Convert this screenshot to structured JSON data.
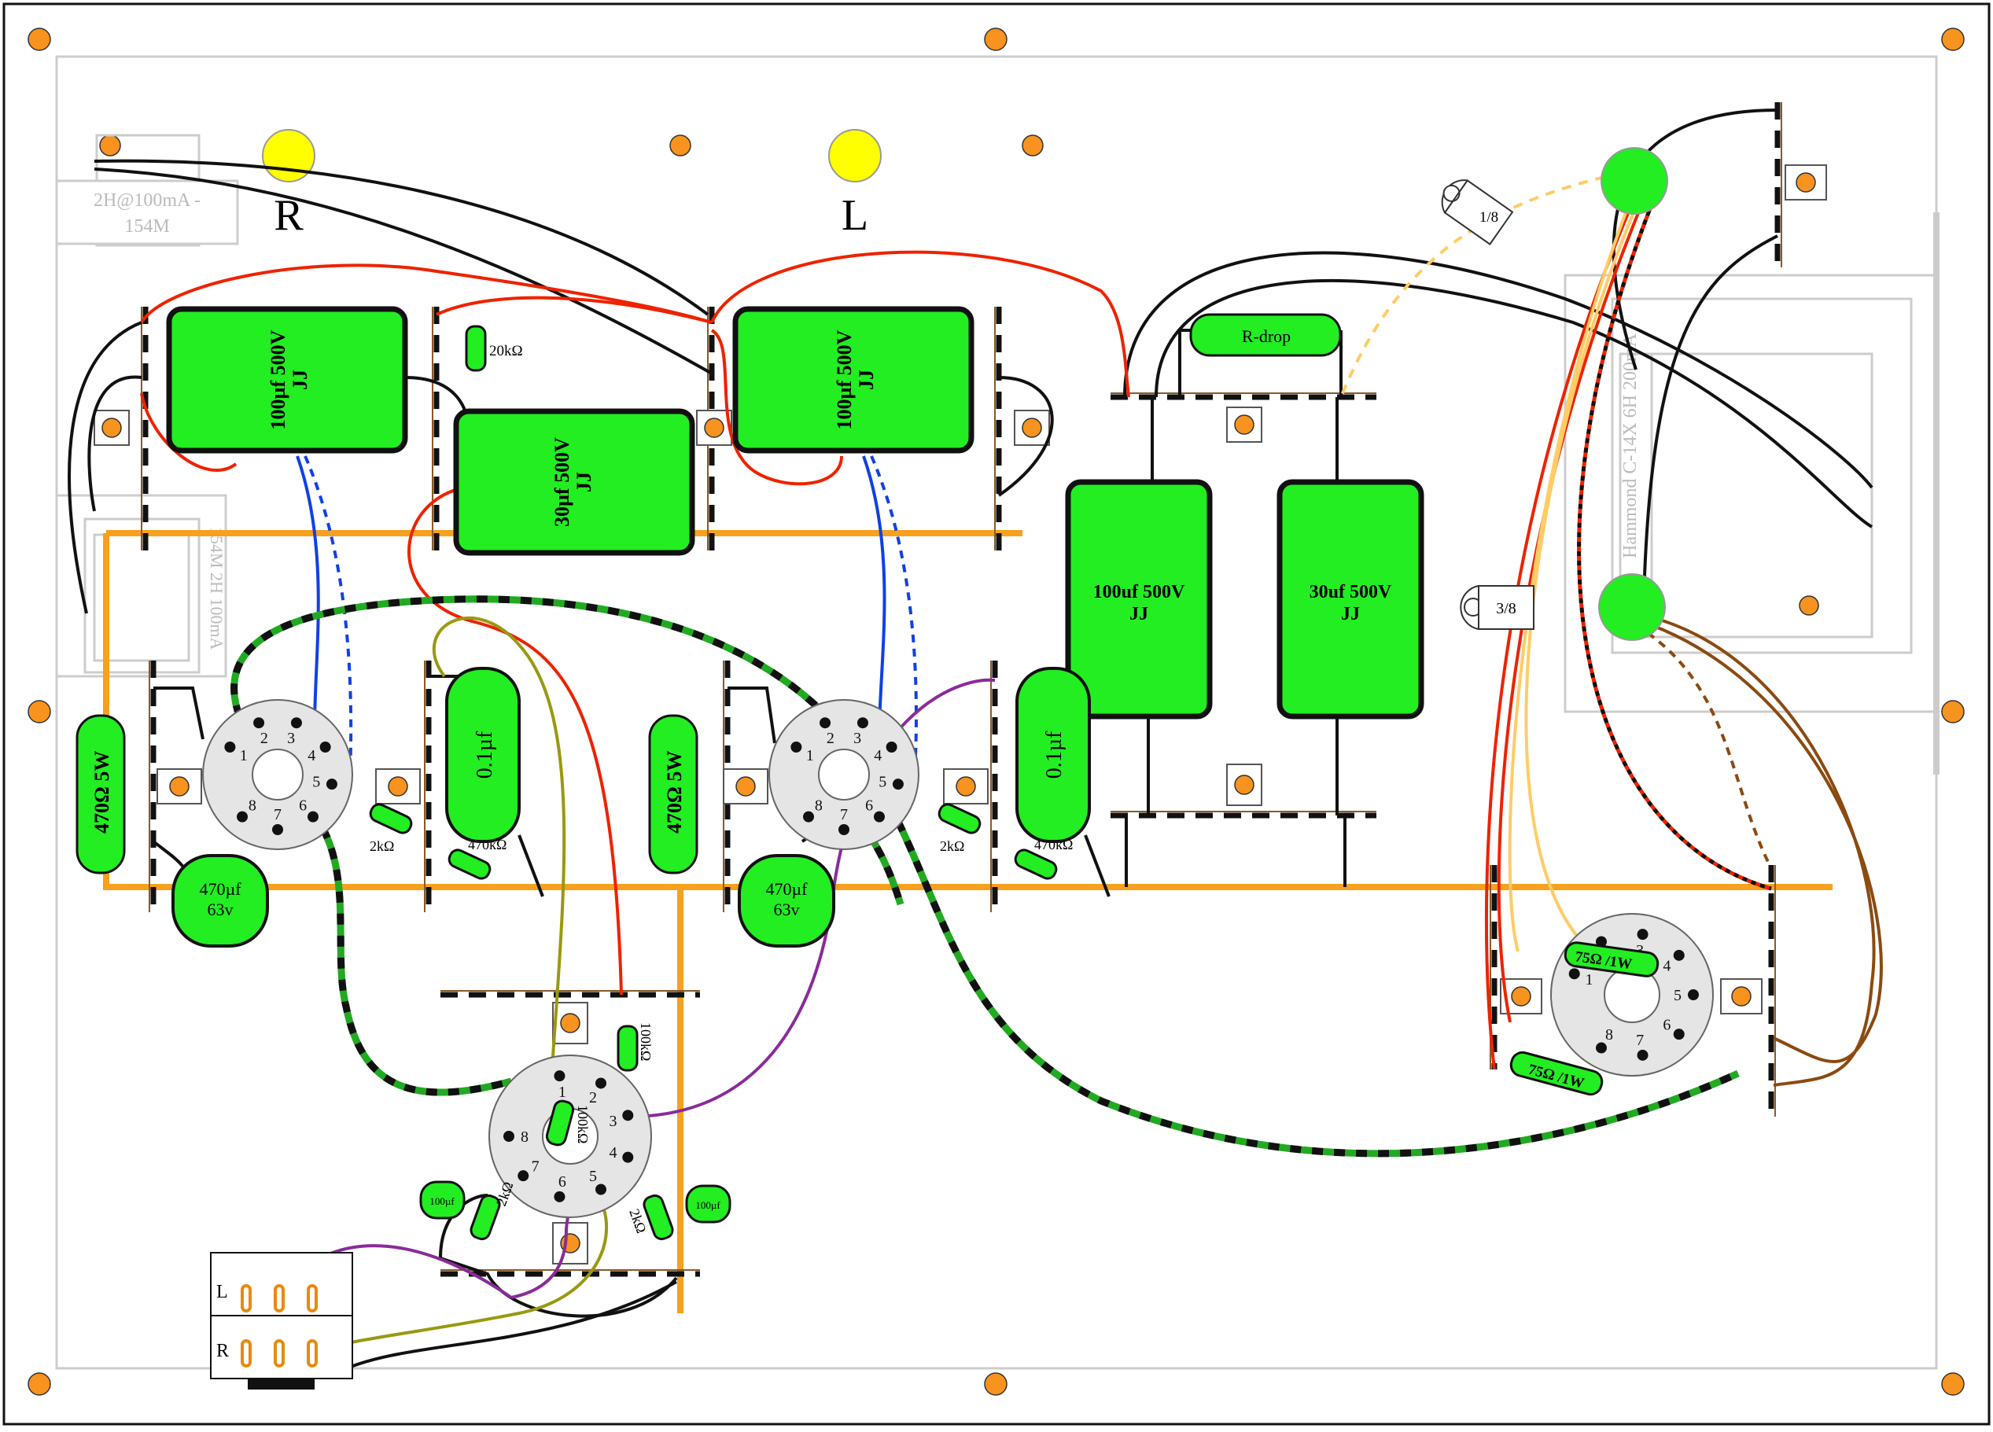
{
  "channels": {
    "right": "R",
    "left": "L"
  },
  "choke_top": "2H@100mA - 154M",
  "choke_left": "154M 2H 100mA",
  "power_transformer": "Hammond C-14X 6H 200mA",
  "caps": {
    "c100_label": "100µf 500V",
    "c30_label": "30µf 500V",
    "brand": "JJ",
    "c100_upright": "100uf 500V",
    "c30_upright": "30uf 500V",
    "coupling": "0.1µf",
    "cathode_cap": "470µf",
    "cathode_cap_v": "63v",
    "small_cap": "100µf"
  },
  "resistors": {
    "r20k": "20kΩ",
    "r470_5w": "470Ω 5W",
    "r2k": "2kΩ",
    "r470k": "470kΩ",
    "r100k": "100kΩ",
    "r75": "75Ω /1W",
    "r_drop": "R-drop"
  },
  "grommets": {
    "small": "1/8",
    "large": "3/8"
  },
  "pins": [
    "1",
    "2",
    "3",
    "4",
    "5",
    "6",
    "7",
    "8"
  ],
  "jack": {
    "left": "L",
    "right": "R"
  },
  "colors": {
    "cap_fill": "#22ee22",
    "chassis_orange": "#f7a11f",
    "mount_hole": "#f7931e",
    "pilot_yellow": "#ffff00",
    "wire_red": "#ee2200",
    "wire_blue": "#1040e8",
    "wire_olive": "#999911",
    "wire_purple": "#8a2b9a",
    "wire_brown": "#8b4a10",
    "wire_tan": "#ffcc66",
    "socket_gray": "#e5e5e5"
  }
}
